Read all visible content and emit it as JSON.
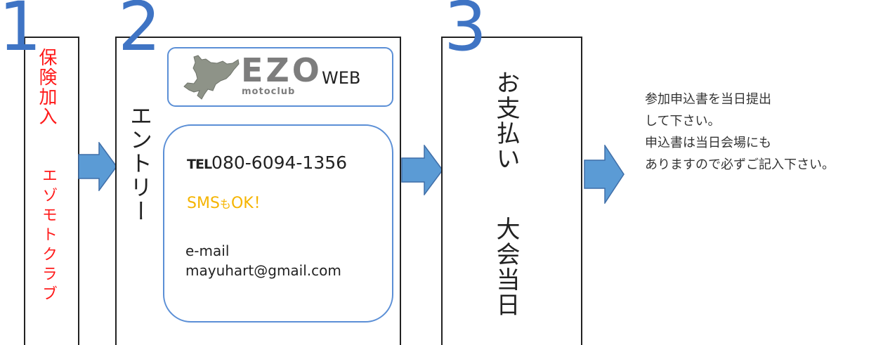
{
  "steps": [
    {
      "number": "1",
      "title": "保険加入",
      "subtitle": "エゾモトクラブ"
    },
    {
      "number": "2",
      "title": "エントリー"
    },
    {
      "number": "3",
      "title": "お支払い",
      "subtitle": "大会当日"
    }
  ],
  "logo": {
    "main": "EZO",
    "sub": "motoclub",
    "suffix": "WEB"
  },
  "contact": {
    "tel_label": "TEL",
    "tel_number": "080-6094-1356",
    "sms_prefix": "SMS",
    "sms_small": "も",
    "sms_suffix": "OK！",
    "email_label": "e-mail",
    "email": "mayuhart@gmail.com"
  },
  "note_lines": [
    "参加申込書を当日提出",
    "して下さい。",
    "申込書は当日会場にも",
    "ありますので必ずご記入下さい。"
  ],
  "colors": {
    "step_number": "#3f74c4",
    "insurance_text": "#ff1a1a",
    "arrow_fill": "#5b9bd5",
    "arrow_stroke": "#3f6ea8",
    "box_border": "#5b8fd6",
    "sms_text": "#f5b400",
    "logo_gray": "#7d7d7d"
  },
  "icons": {
    "logo": "hokkaido-map-icon",
    "arrows": "right-arrow-icon"
  }
}
